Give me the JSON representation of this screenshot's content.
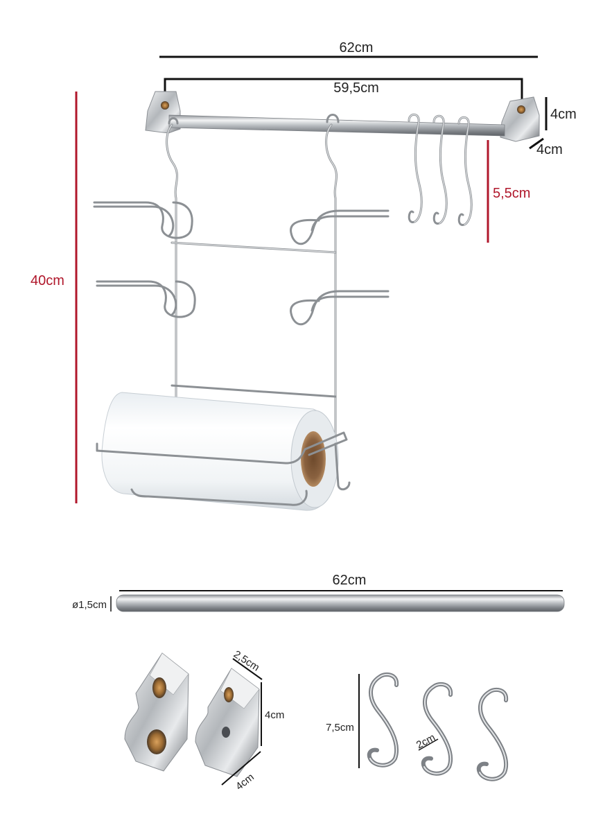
{
  "colors": {
    "dimension_line": "#111111",
    "height_line": "#b0172b",
    "chrome": "#c4c8cc",
    "background": "#ffffff"
  },
  "assembled": {
    "total_width": "62cm",
    "bar_span": "59,5cm",
    "bracket_height": "4cm",
    "bracket_depth": "4cm",
    "hook_drop": "5,5cm",
    "total_height": "40cm"
  },
  "parts": {
    "rod_length": "62cm",
    "rod_diameter": "ø1,5cm",
    "bracket_depth": "2,5cm",
    "bracket_height": "4cm",
    "bracket_width": "4cm",
    "hook_height": "7,5cm",
    "hook_width": "2cm"
  }
}
